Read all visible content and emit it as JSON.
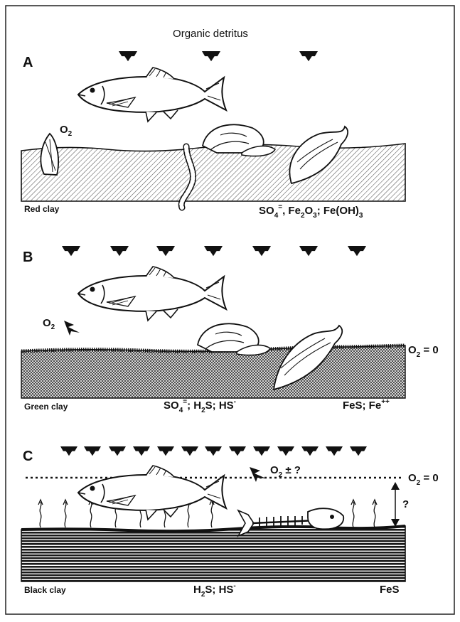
{
  "title": "Organic detritus",
  "panels": [
    {
      "letter": "A",
      "sediment": "Red clay",
      "oxygen": "O",
      "oxygen_sub": "2",
      "chem": [
        [
          "SO",
          ""
        ],
        [
          "4",
          "sub"
        ],
        [
          "=",
          "sup"
        ],
        [
          ", Fe",
          ""
        ],
        [
          "2",
          "sub"
        ],
        [
          "O",
          ""
        ],
        [
          "3",
          "sub"
        ],
        [
          "; Fe(OH)",
          ""
        ],
        [
          "3",
          "sub"
        ]
      ]
    },
    {
      "letter": "B",
      "sediment": "Green clay",
      "oxygen": "O",
      "oxygen_sub": "2",
      "o2_zero": [
        [
          "O",
          ""
        ],
        [
          "2",
          "sub"
        ],
        [
          " = 0",
          ""
        ]
      ],
      "chem_mid": [
        [
          "SO",
          ""
        ],
        [
          "4",
          "sub"
        ],
        [
          "=",
          "sup"
        ],
        [
          "; H",
          ""
        ],
        [
          "2",
          "sub"
        ],
        [
          "S; HS",
          ""
        ],
        [
          "-",
          "sup"
        ]
      ],
      "chem_right": [
        [
          "FeS; Fe",
          ""
        ],
        [
          "++",
          "sup"
        ]
      ]
    },
    {
      "letter": "C",
      "sediment": "Black clay",
      "o2_query": [
        [
          "O",
          ""
        ],
        [
          "2",
          "sub"
        ],
        [
          " ± ?",
          ""
        ]
      ],
      "o2_zero": [
        [
          "O",
          ""
        ],
        [
          "2",
          "sub"
        ],
        [
          " = 0",
          ""
        ]
      ],
      "question": "?",
      "chem_mid": [
        [
          "H",
          ""
        ],
        [
          "2",
          "sub"
        ],
        [
          "S; HS",
          ""
        ],
        [
          "-",
          "sup"
        ]
      ],
      "chem_right": [
        [
          "FeS",
          ""
        ]
      ]
    }
  ]
}
